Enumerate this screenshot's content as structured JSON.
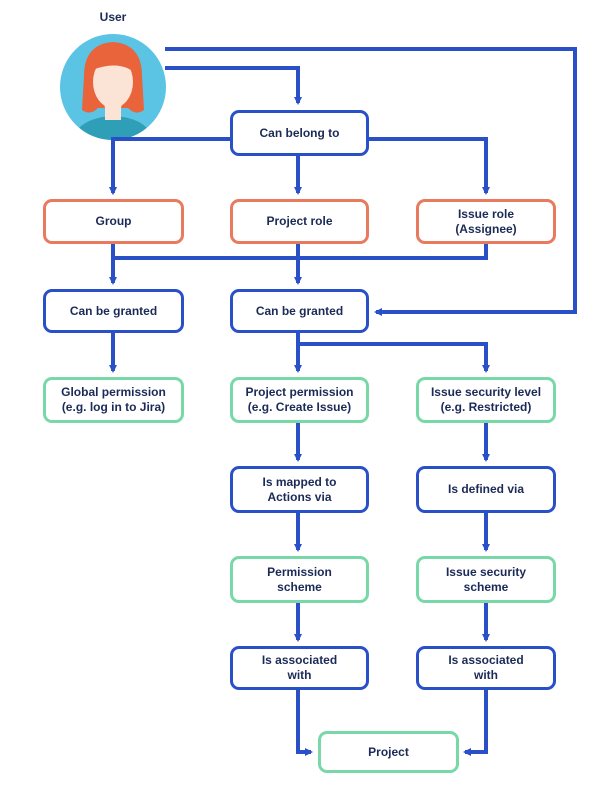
{
  "user": {
    "label": "User"
  },
  "nodes": {
    "can_belong_to": "Can belong to",
    "group": "Group",
    "project_role": "Project role",
    "issue_role": "Issue role\n(Assignee)",
    "can_be_granted_left": "Can be granted",
    "can_be_granted_center": "Can be granted",
    "global_permission": "Global permission\n(e.g. log in to Jira)",
    "project_permission": "Project permission\n(e.g. Create Issue)",
    "issue_security_level": "Issue security level\n(e.g. Restricted)",
    "is_mapped_to": "Is mapped to\nActions via",
    "is_defined_via": "Is defined via",
    "permission_scheme": "Permission\nscheme",
    "issue_security_scheme": "Issue security\nscheme",
    "is_associated_left": "Is associated\nwith",
    "is_associated_right": "Is associated\nwith",
    "project": "Project"
  },
  "colors": {
    "connector": "#2a50c8",
    "action_border": "#2a50c8",
    "role_border": "#e87a5d",
    "entity_border": "#79d8a7",
    "avatar_bg": "#5bc3e3",
    "hair": "#e9643a",
    "skin": "#fbe3d6",
    "shirt": "#2f9fb8"
  }
}
